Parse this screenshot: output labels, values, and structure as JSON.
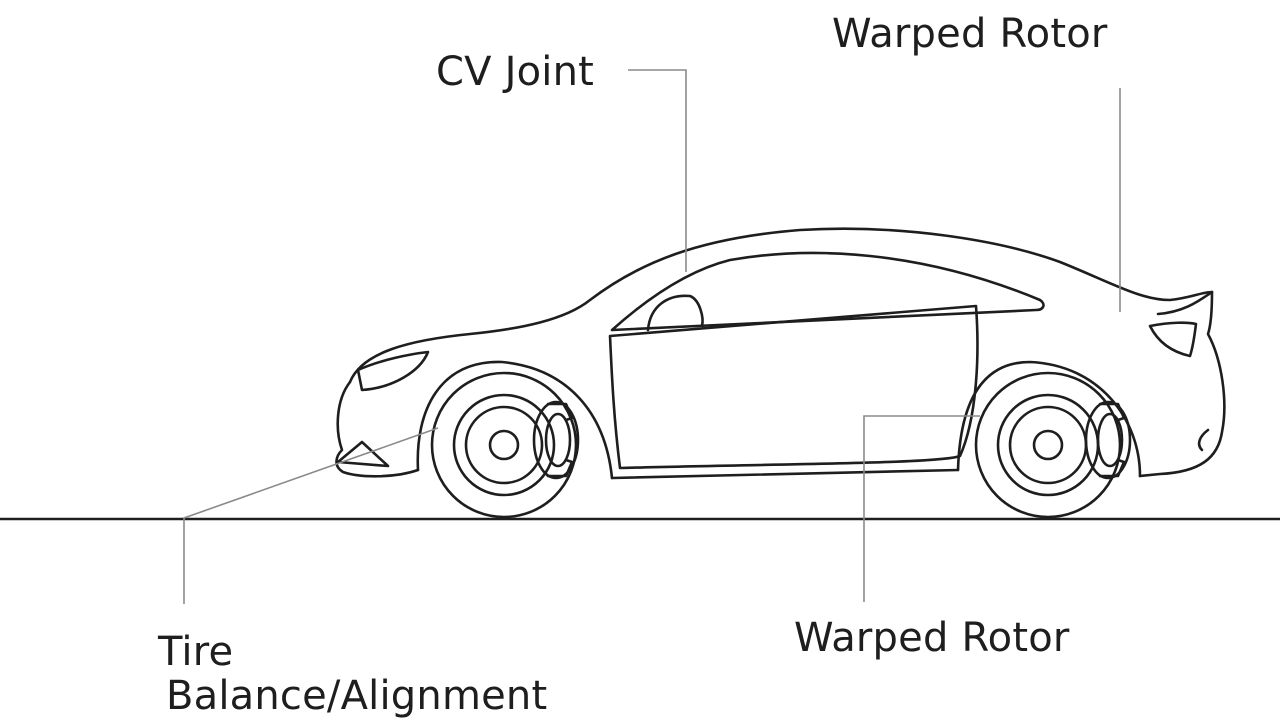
{
  "labels": {
    "cv_joint": "CV Joint",
    "warped_rotor_top": "Warped Rotor",
    "warped_rotor_bottom": "Warped Rotor",
    "tire_line1": "Tire",
    "tire_line2": "Balance/Alignment"
  },
  "colors": {
    "stroke": "#1e1e1e",
    "leader": "#8a8a8a",
    "background": "#ffffff"
  }
}
